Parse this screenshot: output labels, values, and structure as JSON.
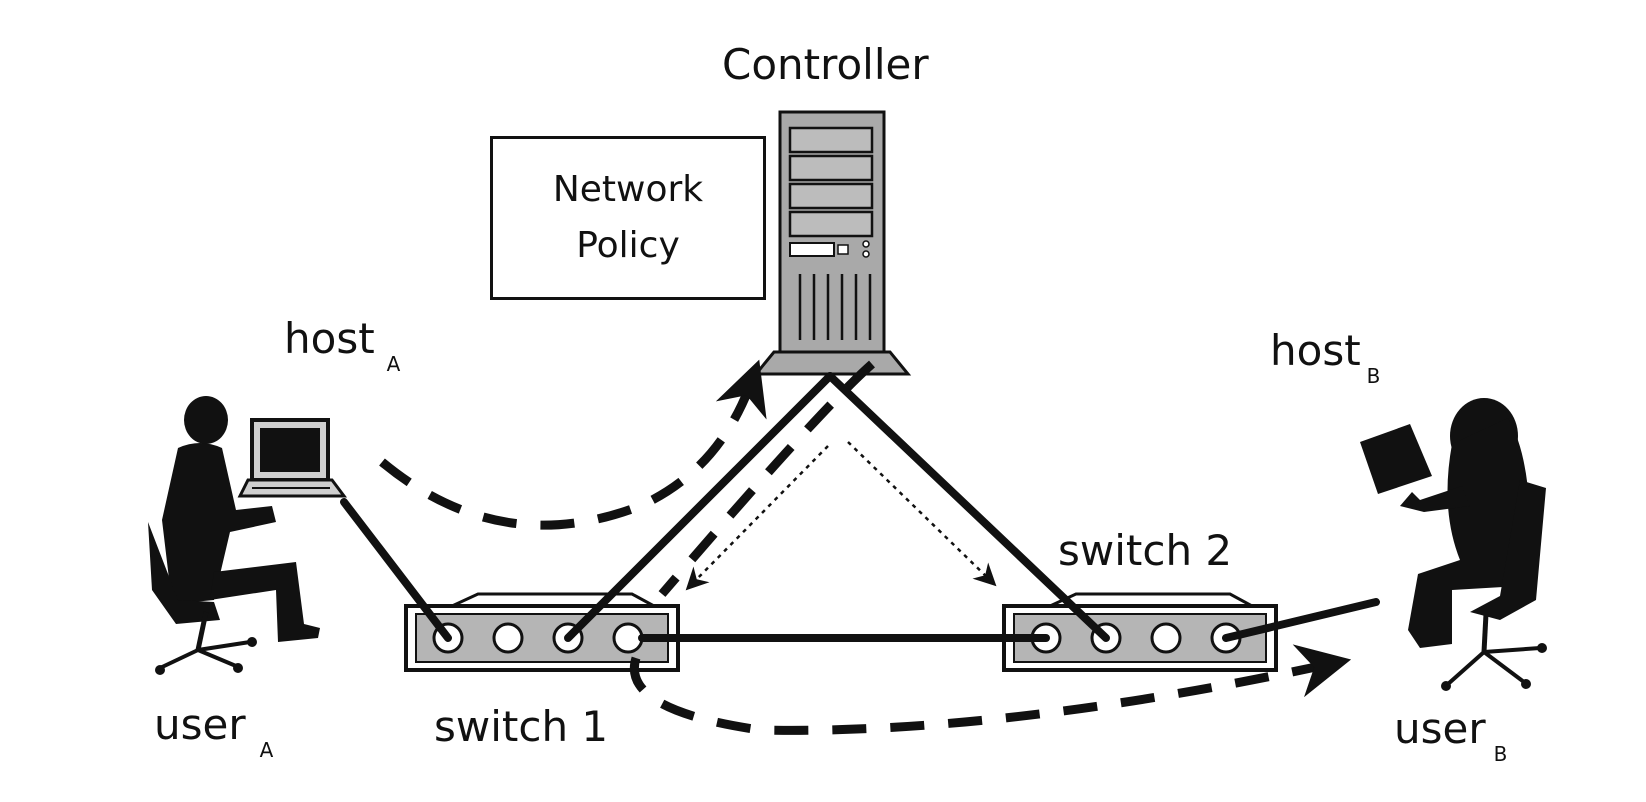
{
  "controller": {
    "label": "Controller"
  },
  "policy": {
    "line1": "Network",
    "line2": "Policy"
  },
  "hostA": {
    "label": "host",
    "sub": "A"
  },
  "hostB": {
    "label": "host",
    "sub": "B"
  },
  "userA": {
    "label": "user",
    "sub": "A"
  },
  "userB": {
    "label": "user",
    "sub": "B"
  },
  "switch1": {
    "label": "switch 1"
  },
  "switch2": {
    "label": "switch 2"
  },
  "colors": {
    "ink": "#111111",
    "device_gray": "#a9a9a9",
    "switch_gray": "#b5b5b5"
  }
}
